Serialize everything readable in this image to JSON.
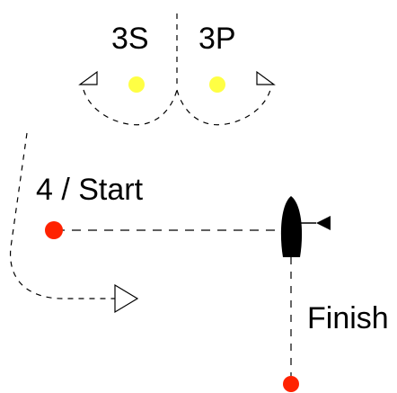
{
  "labels": {
    "gate_starboard": "3S",
    "gate_port": "3P",
    "start_mark": "4 / Start",
    "finish": "Finish"
  },
  "colors": {
    "start_mark": "#ff2200",
    "finish_mark": "#ff2200",
    "gate_marks": "#ffff44",
    "boat": "#000000",
    "flag": "#000000",
    "lines": "#000000",
    "background": "#ffffff"
  },
  "icons": {
    "gate_starboard_arrow": "triangle-arrow-left",
    "gate_port_arrow": "triangle-arrow-right",
    "course_arrow": "triangle-arrow-right",
    "committee_boat": "boat-hull",
    "flag": "pennant-flag"
  }
}
